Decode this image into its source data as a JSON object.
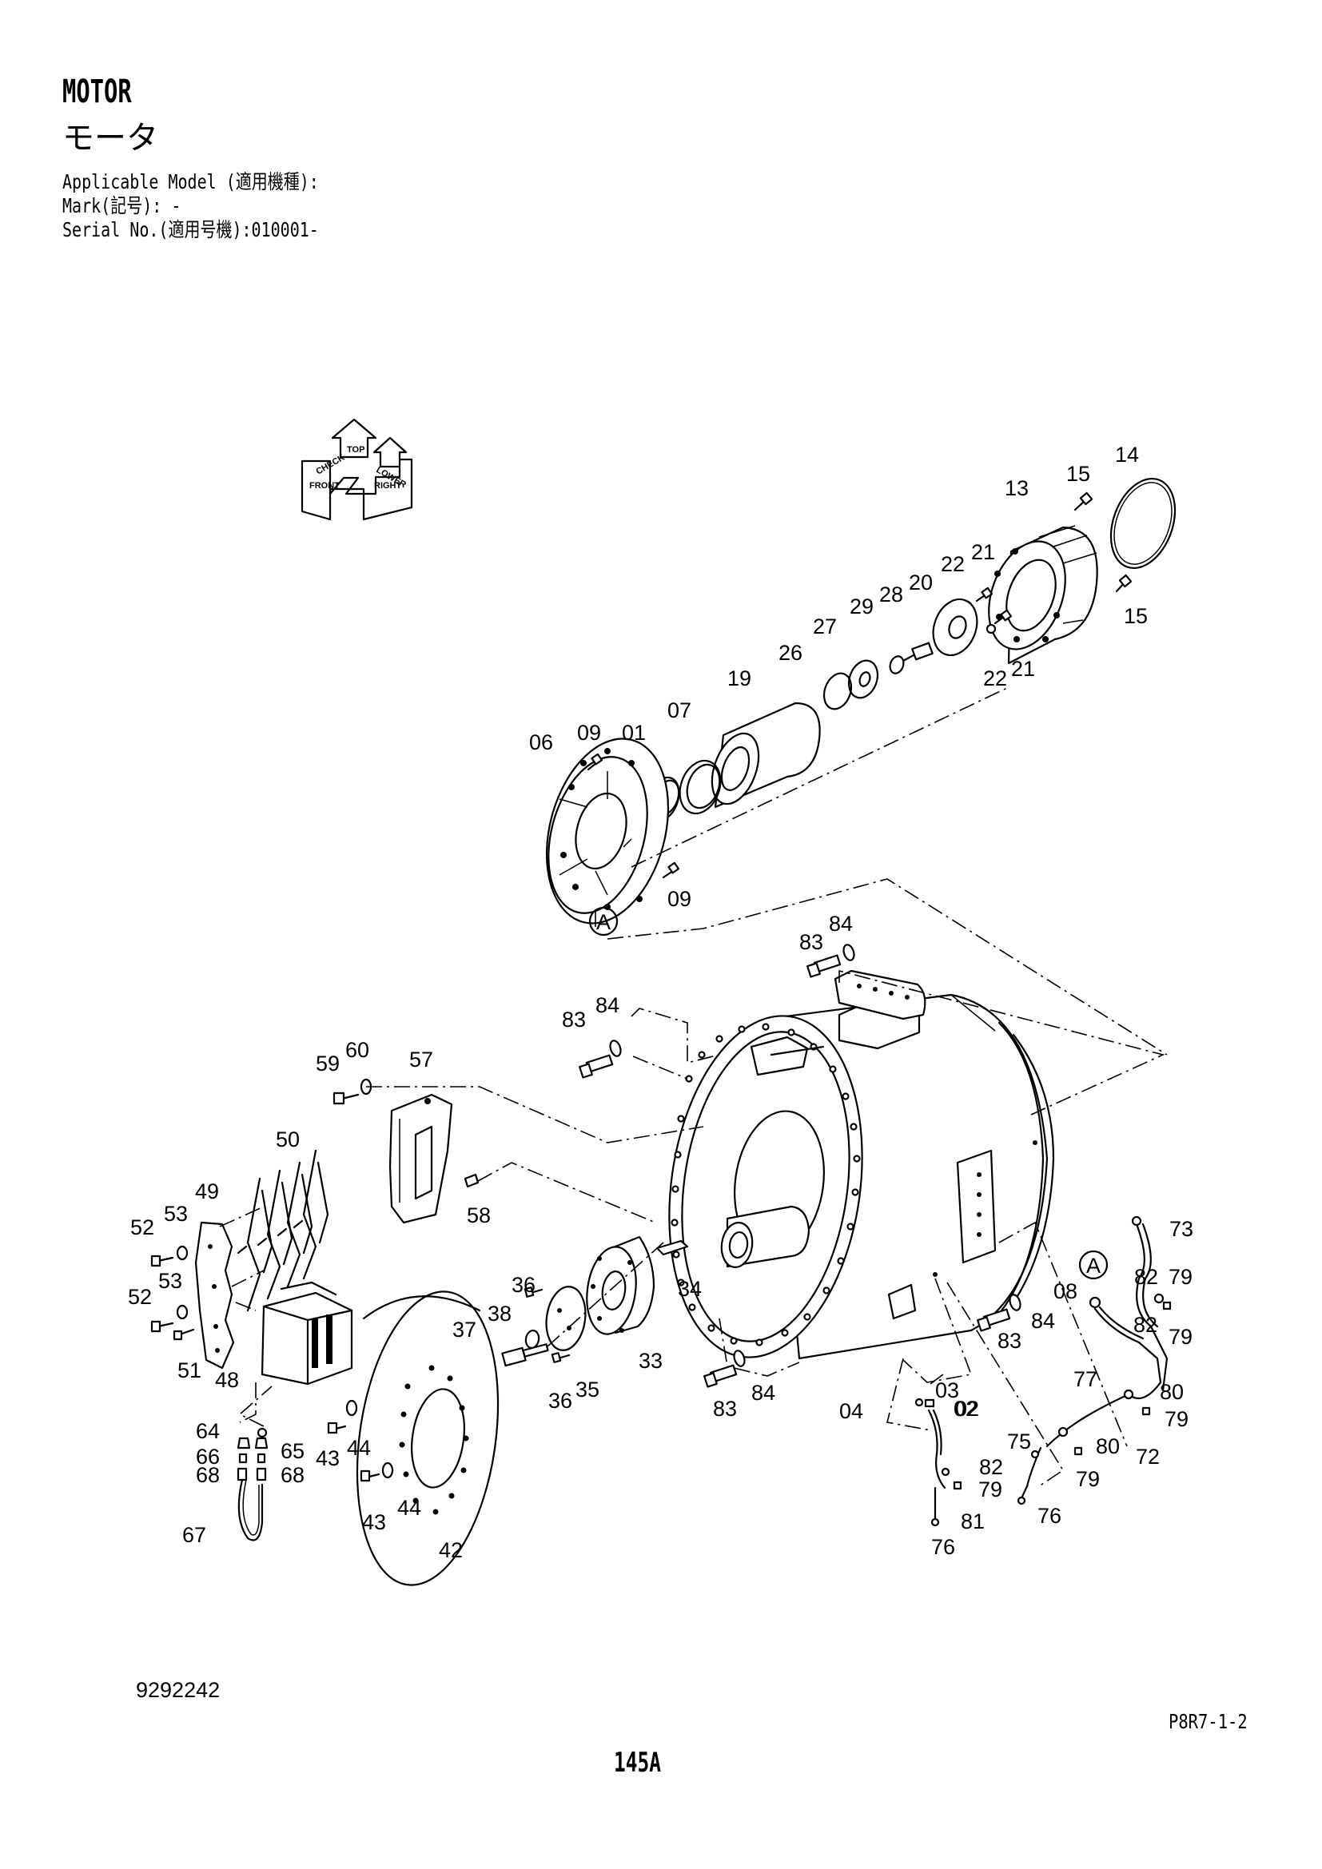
{
  "header": {
    "title": "MOTOR",
    "title_jp": "モータ",
    "applicable_model": "Applicable Model (適用機種):",
    "mark": "Mark(記号): -",
    "serial": "Serial No.(適用号機):010001-"
  },
  "orientation_arrow": {
    "labels": [
      "TOP",
      "FRONT",
      "RIGHT",
      "CHECK",
      "LOWER"
    ]
  },
  "callouts": [
    "14",
    "15",
    "13",
    "15",
    "21",
    "22",
    "20",
    "28",
    "29",
    "27",
    "26",
    "19",
    "21",
    "22",
    "06",
    "09",
    "01",
    "07",
    "09",
    "83",
    "84",
    "83",
    "84",
    "59",
    "60",
    "57",
    "50",
    "49",
    "53",
    "52",
    "58",
    "53",
    "52",
    "51",
    "36",
    "38",
    "37",
    "34",
    "33",
    "36",
    "35",
    "48",
    "83",
    "84",
    "04",
    "02",
    "73",
    "82",
    "79",
    "08",
    "84",
    "83",
    "82",
    "79",
    "77",
    "80",
    "79",
    "03",
    "02",
    "75",
    "80",
    "72",
    "79",
    "82",
    "79",
    "81",
    "76",
    "76",
    "64",
    "66",
    "65",
    "68",
    "68",
    "67",
    "44",
    "43",
    "44",
    "43",
    "42"
  ],
  "section_markers": [
    "A",
    "A"
  ],
  "footer": {
    "drawing_number": "9292242",
    "page_ref": "P8R7-1-2",
    "page_number": "145A"
  }
}
